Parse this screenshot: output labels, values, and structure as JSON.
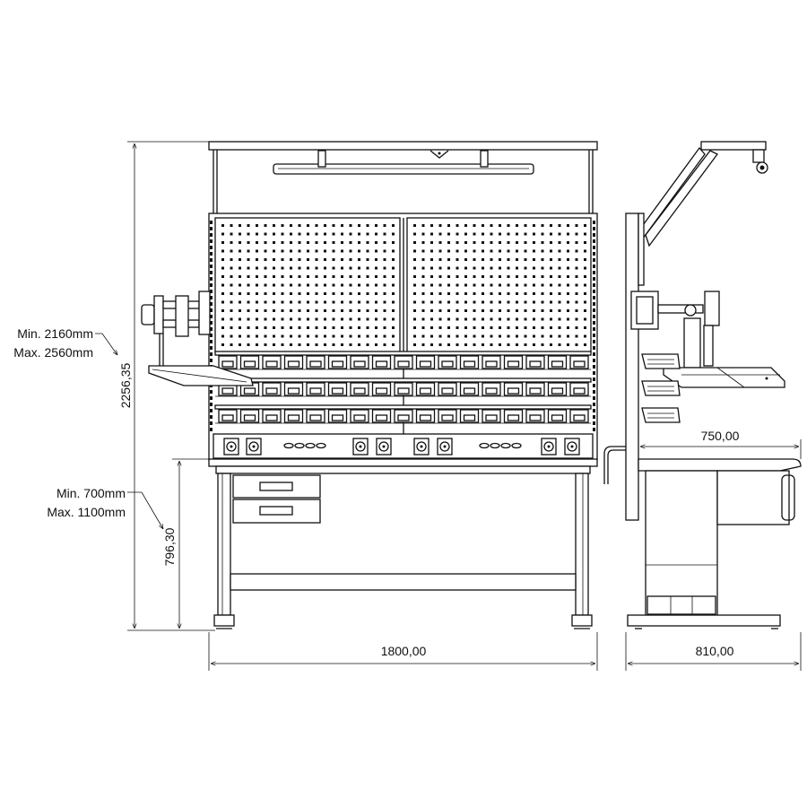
{
  "dimensions": {
    "overall_width": "1800,00",
    "overall_height": "2256,35",
    "table_height": "796,30",
    "side_depth": "810,00",
    "side_top_depth": "750,00"
  },
  "notes": {
    "height_min": "Min. 2160mm",
    "height_max": "Max. 2560mm",
    "table_min": "Min. 700mm",
    "table_max": "Max. 1100mm"
  }
}
